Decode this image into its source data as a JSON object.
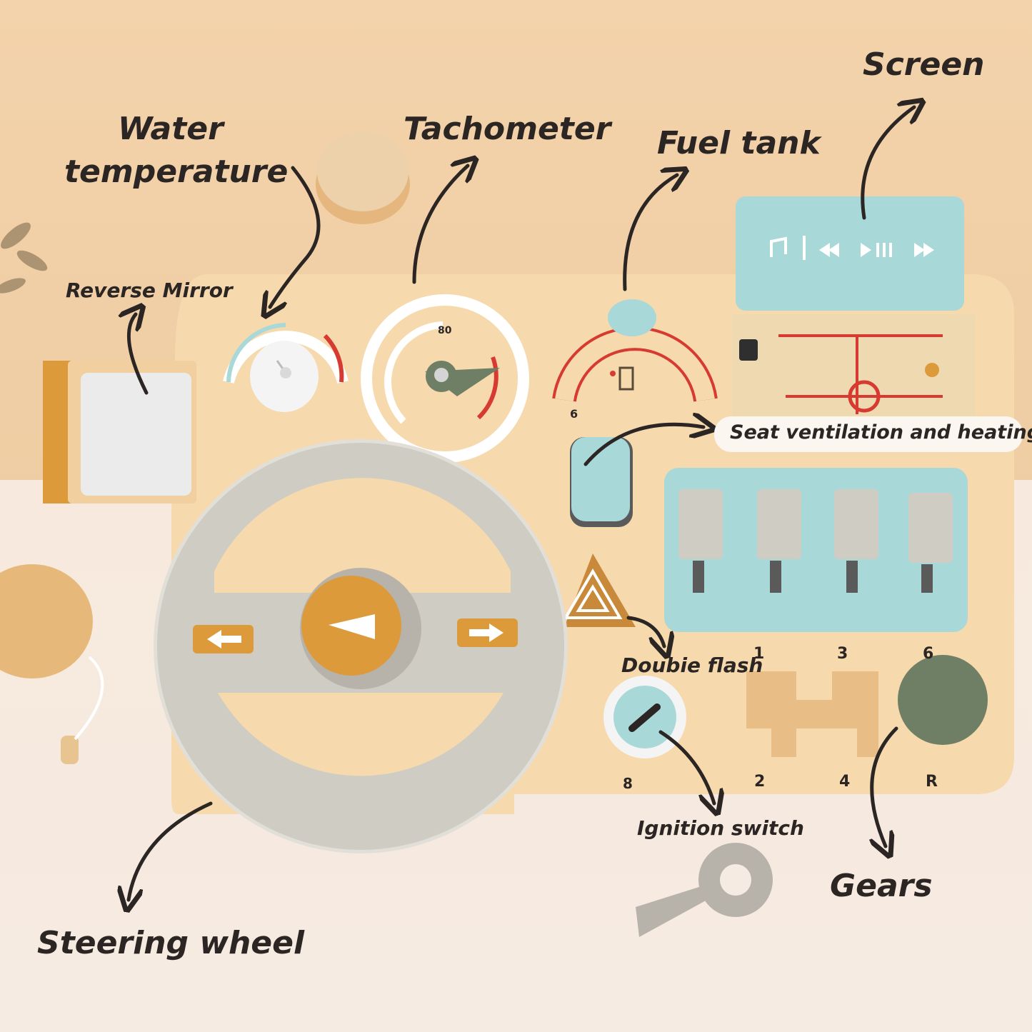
{
  "labels": {
    "water_temperature_line1": "Water",
    "water_temperature_line2": "temperature",
    "tachometer": "Tachometer",
    "fuel_tank": "Fuel tank",
    "screen": "Screen",
    "reverse_mirror": "Reverse Mirror",
    "seat_ventilation": "Seat ventilation and heating",
    "double_flash": "Doubie flash",
    "ignition_switch": "Ignition switch",
    "gears": "Gears",
    "steering_wheel": "Steering wheel"
  },
  "gauge_marks": {
    "tach_top": "80",
    "fuel_marker": "6"
  },
  "gear_numbers": [
    "1",
    "3",
    "6",
    "2",
    "4",
    "R"
  ],
  "ignition_number": "8",
  "colors": {
    "board": "#f6d7aa",
    "teal": "#a9d8d8",
    "mustard": "#dc9a3a",
    "red": "#d63a30",
    "gray": "#cfccc4",
    "olive": "#6e7f66"
  }
}
